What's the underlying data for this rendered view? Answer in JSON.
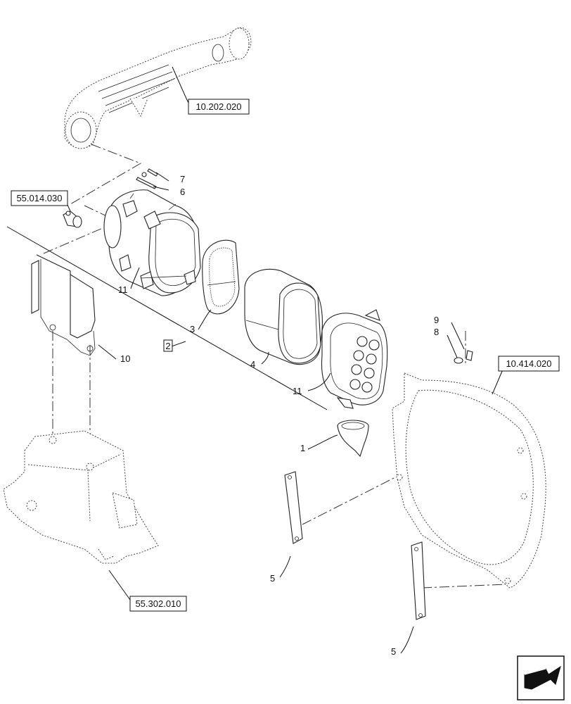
{
  "references": {
    "ref_top": "10.202.020",
    "ref_left": "55.014.030",
    "ref_right": "10.414.020",
    "ref_bottom": "55.302.010"
  },
  "kit_label": "2",
  "callouts": {
    "c1": "1",
    "c3": "3",
    "c4": "4",
    "c5a": "5",
    "c5b": "5",
    "c6": "6",
    "c7": "7",
    "c8": "8",
    "c9": "9",
    "c10": "10",
    "c11a": "11",
    "c11b": "11"
  },
  "icon": "navigation-arrow-icon"
}
